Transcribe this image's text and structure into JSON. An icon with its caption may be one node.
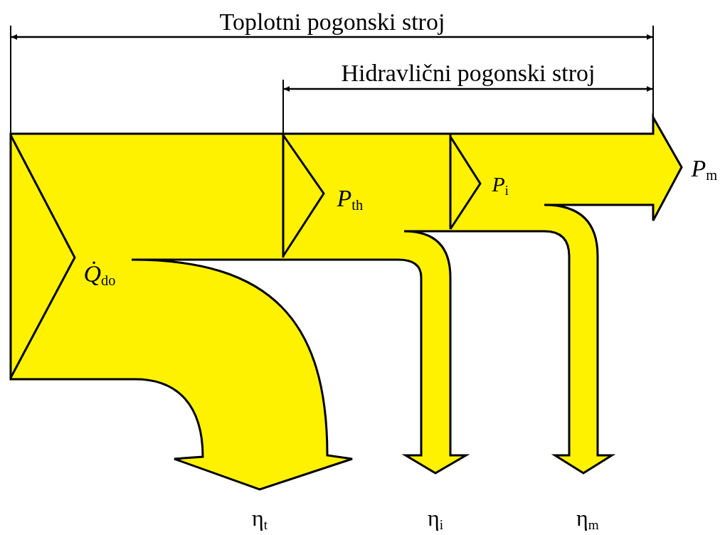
{
  "diagram": {
    "labels": [
      "Toplotni pogonski stroj",
      "Hidravlični pogonski stroj",
      "*Q̇*$_{do}$",
      "*P*$_{th}$",
      "*P*$_{i}$",
      "*P*$_{m}$",
      "η$_{t}$",
      "η$_{i}$",
      "η$_{m}$"
    ]
  }
}
